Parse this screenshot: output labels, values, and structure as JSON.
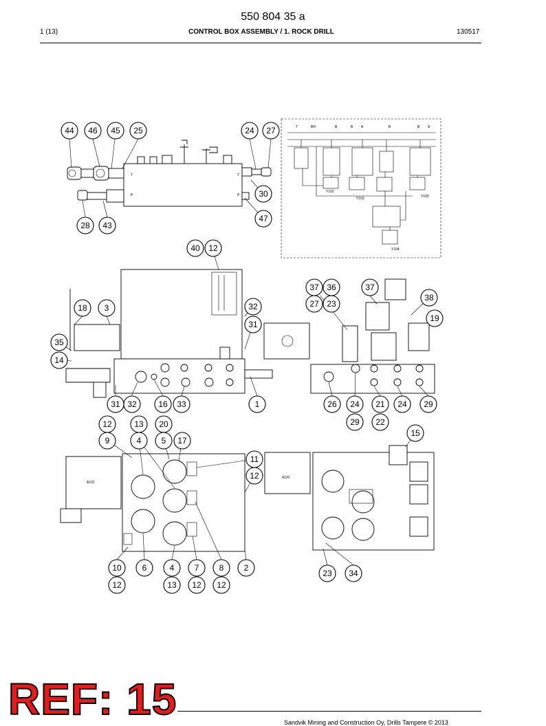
{
  "header": {
    "doc_number": "550 804 35 a",
    "page": "1 (13)",
    "title": "CONTROL BOX ASSEMBLY / 1. ROCK DRILL",
    "date": "130517"
  },
  "callouts": [
    "44",
    "46",
    "45",
    "25",
    "24",
    "27",
    "30",
    "47",
    "28",
    "43",
    "40",
    "12",
    "37",
    "36",
    "37",
    "27",
    "23",
    "38",
    "19",
    "18",
    "3",
    "32",
    "31",
    "35",
    "14",
    "31",
    "32",
    "16",
    "33",
    "1",
    "26",
    "24",
    "21",
    "24",
    "29",
    "29",
    "22",
    "12",
    "13",
    "20",
    "9",
    "4",
    "5",
    "17",
    "15",
    "11",
    "12",
    "10",
    "12",
    "6",
    "4",
    "13",
    "7",
    "12",
    "8",
    "12",
    "2",
    "23",
    "34"
  ],
  "schematic_labels": {
    "top": [
      "T",
      "BH",
      "B",
      "B",
      "A",
      "B",
      "B",
      "A"
    ],
    "valves": [
      "Y102",
      "Y103",
      "Y105",
      "Y104"
    ]
  },
  "view_labels": [
    "A1/O",
    "A1/O"
  ],
  "footer": {
    "stamp": "REF: 15",
    "copyright": "Sandvik Mining and Construction Oy, Drills Tampere © 2013"
  }
}
